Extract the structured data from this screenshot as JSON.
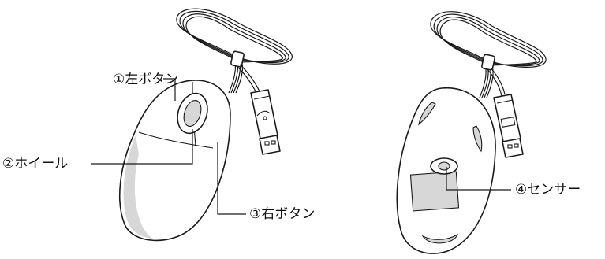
{
  "labels": {
    "left_button": "①左ボタン",
    "wheel": "②ホイール",
    "right_button": "③右ボタン",
    "sensor": "④センサー"
  },
  "colors": {
    "line": "#1a1a1a",
    "shade": "#d7d7d7",
    "background": "#ffffff"
  }
}
